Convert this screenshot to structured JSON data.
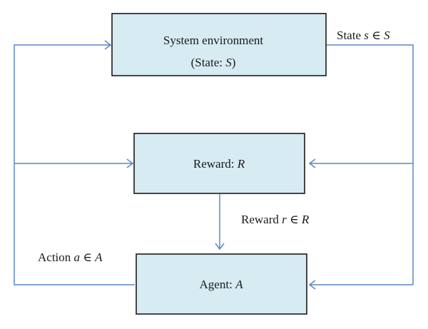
{
  "nodes": {
    "environment": {
      "title": "System environment",
      "state_prefix": "(State: ",
      "state_var": "S",
      "state_suffix": ")"
    },
    "reward": {
      "prefix": "Reward: ",
      "var": "R"
    },
    "agent": {
      "prefix": "Agent: ",
      "var": "A"
    }
  },
  "edges": {
    "state": {
      "prefix": "State ",
      "var": "s",
      "op": " ∈ ",
      "set": "S"
    },
    "reward": {
      "prefix": "Reward ",
      "var": "r",
      "op": " ∈ ",
      "set": "R"
    },
    "action": {
      "prefix": "Action ",
      "var": "a",
      "op": " ∈ ",
      "set": "A"
    }
  },
  "colors": {
    "box_fill": "#d6ebf2",
    "box_stroke": "#1a1a1a",
    "arrow": "#5b87c3"
  }
}
